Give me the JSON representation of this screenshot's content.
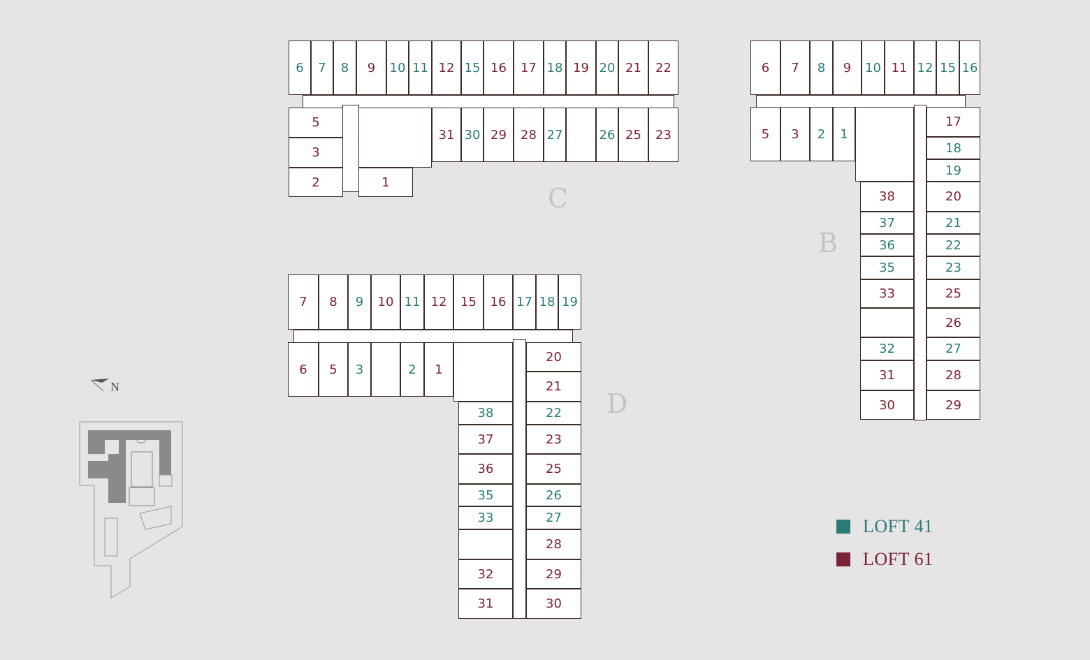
{
  "colors": {
    "loft41": "#2a7b77",
    "loft61": "#7b2336"
  },
  "buildings": {
    "C": {
      "label": "C",
      "units": [
        {
          "n": "6",
          "t": "41"
        },
        {
          "n": "7",
          "t": "41"
        },
        {
          "n": "8",
          "t": "41"
        },
        {
          "n": "9",
          "t": "61"
        },
        {
          "n": "10",
          "t": "41"
        },
        {
          "n": "11",
          "t": "41"
        },
        {
          "n": "12",
          "t": "61"
        },
        {
          "n": "15",
          "t": "41"
        },
        {
          "n": "16",
          "t": "61"
        },
        {
          "n": "17",
          "t": "61"
        },
        {
          "n": "18",
          "t": "41"
        },
        {
          "n": "19",
          "t": "61"
        },
        {
          "n": "20",
          "t": "41"
        },
        {
          "n": "21",
          "t": "61"
        },
        {
          "n": "22",
          "t": "61"
        },
        {
          "n": "31",
          "t": "61"
        },
        {
          "n": "30",
          "t": "41"
        },
        {
          "n": "29",
          "t": "61"
        },
        {
          "n": "28",
          "t": "61"
        },
        {
          "n": "27",
          "t": "41"
        },
        {
          "n": "26",
          "t": "41"
        },
        {
          "n": "25",
          "t": "61"
        },
        {
          "n": "23",
          "t": "61"
        },
        {
          "n": "5",
          "t": "61"
        },
        {
          "n": "3",
          "t": "61"
        },
        {
          "n": "2",
          "t": "61"
        },
        {
          "n": "1",
          "t": "61"
        }
      ]
    },
    "B": {
      "label": "B",
      "units": [
        {
          "n": "6",
          "t": "61"
        },
        {
          "n": "7",
          "t": "61"
        },
        {
          "n": "8",
          "t": "41"
        },
        {
          "n": "9",
          "t": "61"
        },
        {
          "n": "10",
          "t": "41"
        },
        {
          "n": "11",
          "t": "61"
        },
        {
          "n": "12",
          "t": "41"
        },
        {
          "n": "15",
          "t": "41"
        },
        {
          "n": "16",
          "t": "41"
        },
        {
          "n": "5",
          "t": "61"
        },
        {
          "n": "3",
          "t": "61"
        },
        {
          "n": "2",
          "t": "41"
        },
        {
          "n": "1",
          "t": "41"
        },
        {
          "n": "17",
          "t": "61"
        },
        {
          "n": "18",
          "t": "41"
        },
        {
          "n": "19",
          "t": "41"
        },
        {
          "n": "20",
          "t": "61"
        },
        {
          "n": "21",
          "t": "41"
        },
        {
          "n": "22",
          "t": "41"
        },
        {
          "n": "23",
          "t": "41"
        },
        {
          "n": "25",
          "t": "61"
        },
        {
          "n": "26",
          "t": "61"
        },
        {
          "n": "27",
          "t": "41"
        },
        {
          "n": "28",
          "t": "61"
        },
        {
          "n": "29",
          "t": "61"
        },
        {
          "n": "38",
          "t": "61"
        },
        {
          "n": "37",
          "t": "41"
        },
        {
          "n": "36",
          "t": "41"
        },
        {
          "n": "35",
          "t": "41"
        },
        {
          "n": "33",
          "t": "61"
        },
        {
          "n": "32",
          "t": "41"
        },
        {
          "n": "31",
          "t": "61"
        },
        {
          "n": "30",
          "t": "61"
        }
      ]
    },
    "D": {
      "label": "D",
      "units": [
        {
          "n": "7",
          "t": "61"
        },
        {
          "n": "8",
          "t": "61"
        },
        {
          "n": "9",
          "t": "41"
        },
        {
          "n": "10",
          "t": "61"
        },
        {
          "n": "11",
          "t": "41"
        },
        {
          "n": "12",
          "t": "61"
        },
        {
          "n": "15",
          "t": "61"
        },
        {
          "n": "16",
          "t": "61"
        },
        {
          "n": "17",
          "t": "41"
        },
        {
          "n": "18",
          "t": "41"
        },
        {
          "n": "19",
          "t": "41"
        },
        {
          "n": "6",
          "t": "61"
        },
        {
          "n": "5",
          "t": "61"
        },
        {
          "n": "3",
          "t": "41"
        },
        {
          "n": "2",
          "t": "41"
        },
        {
          "n": "1",
          "t": "61"
        },
        {
          "n": "20",
          "t": "61"
        },
        {
          "n": "21",
          "t": "61"
        },
        {
          "n": "22",
          "t": "41"
        },
        {
          "n": "23",
          "t": "61"
        },
        {
          "n": "25",
          "t": "61"
        },
        {
          "n": "26",
          "t": "41"
        },
        {
          "n": "27",
          "t": "41"
        },
        {
          "n": "28",
          "t": "61"
        },
        {
          "n": "29",
          "t": "61"
        },
        {
          "n": "30",
          "t": "61"
        },
        {
          "n": "38",
          "t": "41"
        },
        {
          "n": "37",
          "t": "61"
        },
        {
          "n": "36",
          "t": "61"
        },
        {
          "n": "35",
          "t": "41"
        },
        {
          "n": "33",
          "t": "41"
        },
        {
          "n": "32",
          "t": "61"
        },
        {
          "n": "31",
          "t": "61"
        }
      ]
    }
  },
  "compass": {
    "label": "N"
  },
  "legend": [
    {
      "label": "LOFT 41",
      "type": "41"
    },
    {
      "label": "LOFT 61",
      "type": "61"
    }
  ]
}
